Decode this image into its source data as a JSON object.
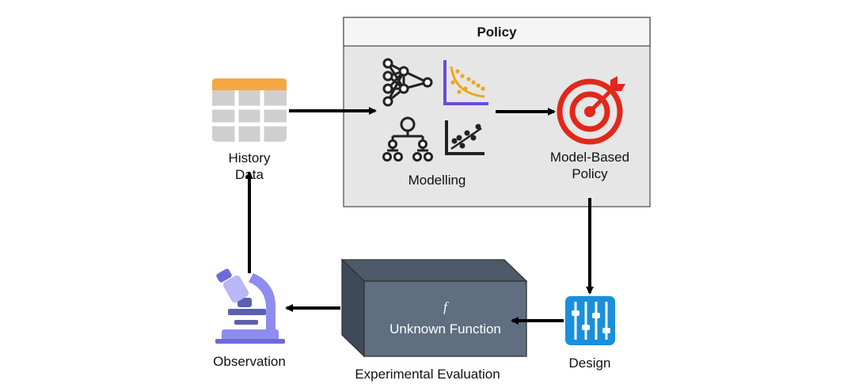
{
  "policy": {
    "header": "Policy",
    "modelling_label": "Modelling",
    "model_based_policy_label": [
      "Model-Based",
      "Policy"
    ]
  },
  "history_data_label": [
    "History",
    "Data"
  ],
  "observation_label": "Observation",
  "design_label": "Design",
  "unknown_function": {
    "symbol": "f",
    "label": "Unknown Function"
  },
  "experimental_evaluation_label": "Experimental Evaluation",
  "icons": {
    "history": "table-icon",
    "modelling": [
      "neural-network-icon",
      "curve-fit-chart-icon",
      "decision-tree-icon",
      "scatter-regression-icon"
    ],
    "policy": "target-icon",
    "design": "sliders-icon",
    "observation": "microscope-icon"
  },
  "colors": {
    "policy_box_fill": "#e6e6e6",
    "policy_header_fill": "#f5f5f5",
    "table_header": "#f5a742",
    "table_body": "#cfcfcf",
    "target_red": "#e0281b",
    "design_blue": "#1a8fdc",
    "box_front": "#5f6e80",
    "box_top": "#4c5969",
    "box_side": "#3e4a58",
    "chart_axis_purple": "#6c4bd8",
    "chart_dots_orange": "#f0a61a",
    "microscope_purple": "#8f8cf0",
    "arrow": "#000000"
  }
}
